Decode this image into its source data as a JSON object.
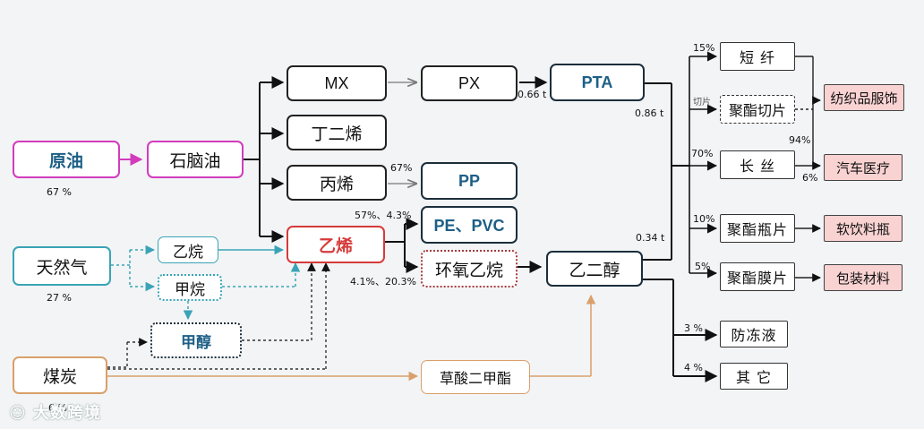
{
  "nodes": {
    "crude_oil": "原油",
    "naphtha": "石脑油",
    "natural_gas": "天然气",
    "coal": "煤炭",
    "mx": "MX",
    "px": "PX",
    "pta": "PTA",
    "butadiene": "丁二烯",
    "propylene": "丙烯",
    "pp": "PP",
    "pe_pvc": "PE、PVC",
    "ethylene": "乙烯",
    "ethylene_oxide": "环氧乙烷",
    "ethane": "乙烷",
    "methane": "甲烷",
    "methanol": "甲醇",
    "dimethyl_oxalate": "草酸二甲酯",
    "meg": "乙二醇",
    "staple_fiber": "短  纤",
    "polyester_chips": "聚酯切片",
    "filament": "长  丝",
    "bottle_chips": "聚酯瓶片",
    "polyester_film": "聚酯膜片",
    "antifreeze": "防冻液",
    "others": "其  它",
    "textile": "纺织品服饰",
    "auto_medical": "汽车医疗",
    "soft_drink_bottle": "软饮料瓶",
    "packaging": "包装材料"
  },
  "labels": {
    "crude_pct": "67 %",
    "gas_pct": "27 %",
    "coal_pct": "6 %",
    "px_pta_ratio": "0.66 t",
    "pta_ratio": "0.86 t",
    "meg_ratio": "0.34 t",
    "propylene_pct": "67%",
    "pe_pct": "57%、4.3%",
    "eo_pct": "4.1%、20.3%",
    "staple_pct": "15%",
    "chips_note": "切片",
    "filament_pct": "70%",
    "bottle_pct": "10%",
    "film_pct": "5%",
    "textile_pct": "94%",
    "auto_pct": "6%",
    "antifreeze_pct": "3 %",
    "others_pct": "4 %"
  },
  "watermark": "大数跨境",
  "colors": {
    "pink": "#d33bbd",
    "teal": "#3aa3b6",
    "orange": "#d9a06a",
    "red": "#d63a3a",
    "navy": "#1b2e3c",
    "pink_fill": "#f9d2d2"
  }
}
